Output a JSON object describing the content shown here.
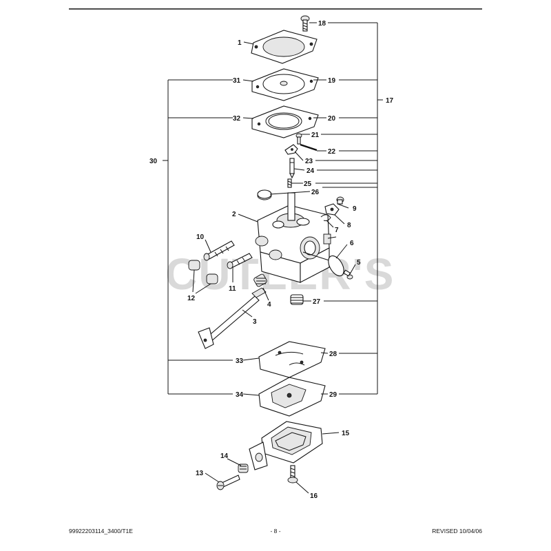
{
  "watermark": "CUTLER'S",
  "footer": {
    "left": "99922203114_3400/T1E",
    "center": "- 8 -",
    "right": "REVISED 10/04/06"
  },
  "callouts": {
    "c1": "1",
    "c2": "2",
    "c3": "3",
    "c4": "4",
    "c5": "5",
    "c6": "6",
    "c7": "7",
    "c8": "8",
    "c9": "9",
    "c10": "10",
    "c11": "11",
    "c12": "12",
    "c13": "13",
    "c14": "14",
    "c15": "15",
    "c16": "16",
    "c17": "17",
    "c18": "18",
    "c19": "19",
    "c20": "20",
    "c21": "21",
    "c22": "22",
    "c23": "23",
    "c24": "24",
    "c25": "25",
    "c26": "26",
    "c27": "27",
    "c28": "28",
    "c29": "29",
    "c30": "30",
    "c31": "31",
    "c32": "32",
    "c33": "33",
    "c34": "34"
  }
}
